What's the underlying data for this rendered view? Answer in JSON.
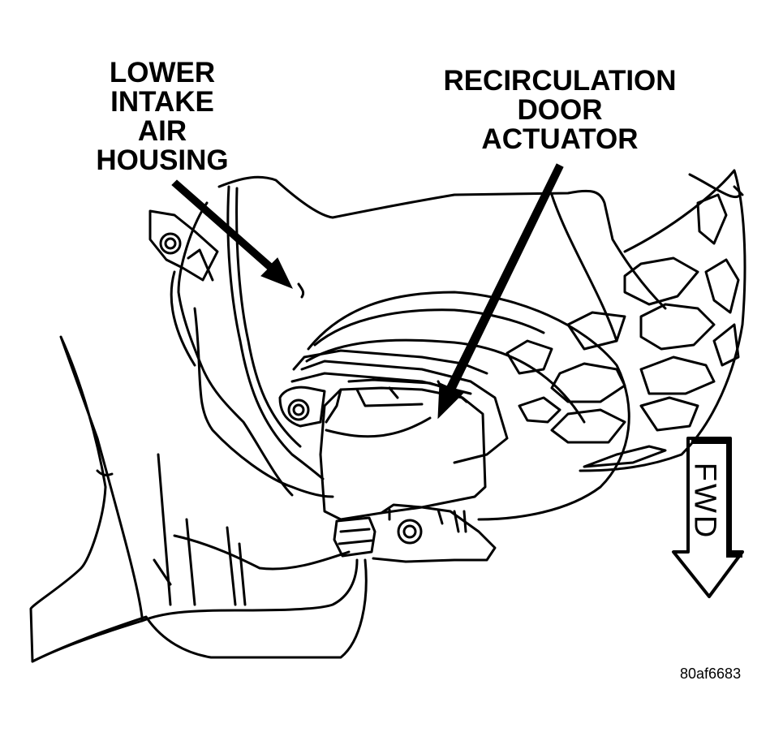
{
  "labels": {
    "lower_intake_air_housing": [
      "LOWER",
      "INTAKE",
      "AIR",
      "HOUSING"
    ],
    "recirculation_door_actuator": [
      "RECIRCULATION",
      "DOOR",
      "ACTUATOR"
    ]
  },
  "direction_arrow": {
    "text": "FWD"
  },
  "figure_id": "80af6683",
  "colors": {
    "line": "#000000",
    "background": "#ffffff"
  }
}
